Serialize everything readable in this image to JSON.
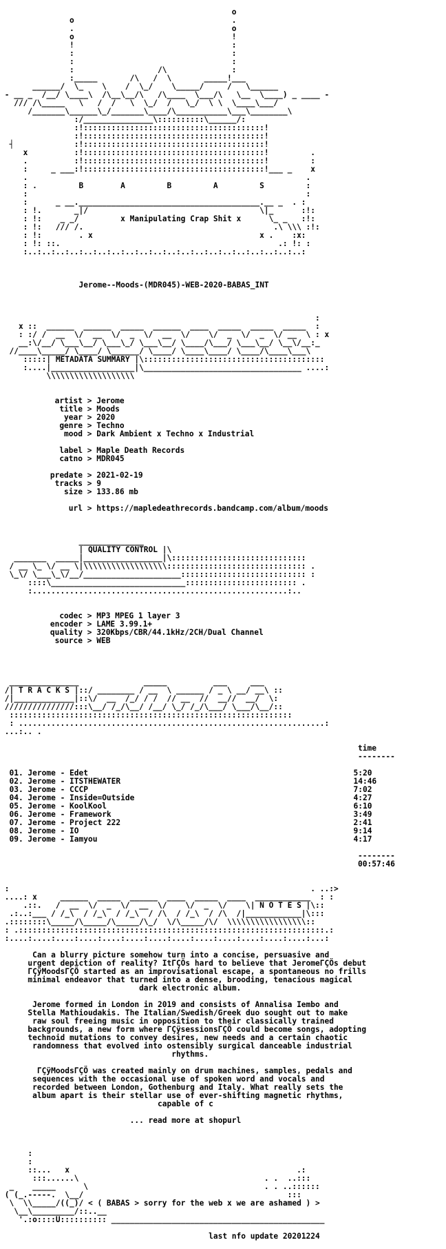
{
  "art": {
    "header_logo": [
      "                                                  o",
      "               o                                  .",
      "               .                                  o",
      "               o                                  !",
      "               !                                  :",
      "               :                                  :",
      "               :                                  :",
      "               :                  /\\              :",
      "               :_____       /\\   /  \\       _____!___",
      "       ______/  \\_    \\    /  \\_/    \\_____/     /   \\______",
      " - __ _  /__/ \\____\\  /\\__\\__/\\   /\\____  \\___/\\   \\__  \\____) _ ____ -",
      "   /// /\\_____   \\   /  /   \\  \\_/  /   \\_/  \\ \\  \\____\\___/",
      "      /_______\\______\\_/_______\\____/\\___________\\___\\________\\",
      "                :/_______________\\::::::::::\\______/:",
      "                :!:::::::::::::::::::::::::::::::::::::::!",
      "                :!:::::::::::::::::::::::::::::::::::::::!",
      "  ┤             :!:::::::::::::::::::::::::::::::::::::::!",
      "     x          :!:::::::::::::::::::::::::::::::::::::::!         .",
      "     .          :!:::::::::::::::::::::::::::::::::::::::!         :",
      "     :     _ ___:!:::::::::::::::::::::::::::::::::::::::!___ _    x",
      "     .                                                            .",
      "     : .         B        A         B         A         S         :",
      "     :                                                            :",
      "     :      _ __._______________________________________.__ _  . :",
      "     : !.       _|/                                     \\|_      :!:",
      "     : !:    _ _/         x Manipulating Crap Shit x      \\_ _   :!:",
      "     : !:   /// /.                                         .\\ \\\\\\ :!:",
      "     : !:        . x                                    x .    :x:",
      "     : !: ::.                                               .: !: :",
      "     :..:..:..:..:..:..:..:..:..:..:..:..:..:..:..:..:..:..:..:..:"
    ],
    "metadata_banner": [
      "                                                                    :",
      "    x ::  ______  ______  _____  ______  ____  _____  _____  _____  :",
      "    : :/ /  __  \\/  __  \\/  _  \\/  __  \\/    \\/  _  \\/  _  \\/ __  \\ : x",
      "    __:\\/__/ \\___\\__/ \\___\\_/ \\___\\__/ \\____/\\___/ \\___\\__/ \\__\\/__:_",
      "  //____\\_____/ \\____/ \\______/ \\____/ \\____\\____/ \\____/\\____\\___\\",
      "     :::::| METADATA SUMMARY |\\:::::::::::::::::::::::::::::::::::::::",
      "     :....|__________________|\\__________________________________ ....:",
      "          \\\\\\\\\\\\\\\\\\\\\\\\\\\\\\\\\\\\\\"
    ],
    "quality_banner": [
      "                 ______________",
      "                 | QUALITY CONTROL |\\",
      "   _______  _____|_________________|\\:::::::::::::::::::::::::::::",
      "  / __ \\_ \\/ __ \\|\\\\\\\\\\\\\\\\\\\\\\\\\\\\\\\\\\\\:::::::::::::::::::::::::::::: .",
      "  \\_\\/ \\___\\_\\/__/_____________________::::::::::::::::::::::::::: :",
      "      ::::\\_____________________________:::::::::::::::::::::::: .",
      "      :.......................................................:.."
    ],
    "tracks_banner": [
      "  _______________              _____          ___     ___",
      " /| T R A C K S |::/ ________ / __  \\ ______ / _ \\ __/ __\\ ::",
      " /|_____________|::\\/  __  /_/ / /  // __  //  __//  __/  \\:",
      " ///////////////:::\\__/ /_/\\__/ /__/ \\_/ /_/\\___/ \\___/\\__/::",
      "  :::::::::::::::::::::::::::::::::::::::::::::::::::::::::::::",
      "  : ..................................................................:",
      " ...:.. ."
    ],
    "notes_banner": [
      " :                                                                 . ..:>",
      " ....: x     ______  _____  ______  ____  _____  ____  ____________  : :",
      "     .::.   /  __  \\/  _  \\/  __  \\/    \\/  _  \\/    \\| N O T E S |\\::",
      "  .:..:___ / /_\\  / /_\\  / /_\\  / /\\  / /_\\  / /\\  /|____________|\\:::",
      " .::::::::\\_____/\\_____/\\_____/\\_/  \\/\\_____/\\/  \\\\\\\\\\\\\\\\\\\\\\\\\\\\\\\\\\::",
      " : .::::::::::::::::::::::::::::::::::::::::::::::::::::::::::::::::::.:",
      " :....:....:....:....:....:....:....:....:....:....:....:....:....:...:"
    ],
    "footer_art": [
      "      :",
      "      :",
      "      ::...   x                                                 .:",
      "       :::......\\                                        . .  ..:::",
      "  _    _____      \\                                      . . ..::::::",
      " ( (_.-----.  \\__/                                            :::",
      "  \\  \\\\_____/((_)/ < ( BABAS > sorry for the web x we are ashamed ) >",
      "   \\__\\_________/::..__",
      "    '.:o::::U:::::::::: ______________________________________________"
    ]
  },
  "release_title": "Jerome--Moods-(MDR045)-WEB-2020-BABAS_INT",
  "metadata": [
    {
      "label": "artist",
      "value": "Jerome"
    },
    {
      "label": "title",
      "value": "Moods"
    },
    {
      "label": "year",
      "value": "2020"
    },
    {
      "label": "genre",
      "value": "Techno"
    },
    {
      "label": "mood",
      "value": "Dark Ambient x Techno x Industrial"
    },
    {
      "label": "",
      "value": ""
    },
    {
      "label": "label",
      "value": "Maple Death Records"
    },
    {
      "label": "catno",
      "value": "MDR045"
    },
    {
      "label": "",
      "value": ""
    },
    {
      "label": "predate",
      "value": "2021-02-19"
    },
    {
      "label": "tracks",
      "value": "9"
    },
    {
      "label": "size",
      "value": "133.86 mb"
    },
    {
      "label": "",
      "value": ""
    },
    {
      "label": "url",
      "value": "https://mapledeathrecords.bandcamp.com/album/moods"
    }
  ],
  "quality": [
    {
      "label": "codec",
      "value": "MP3 MPEG 1 layer 3"
    },
    {
      "label": "encoder",
      "value": "LAME 3.99.1+"
    },
    {
      "label": "quality",
      "value": "320Kbps/CBR/44.1kHz/2CH/Dual Channel"
    },
    {
      "label": "source",
      "value": "WEB"
    }
  ],
  "tracks": {
    "time_header": "time",
    "time_rule": "--------",
    "items": [
      {
        "title": "01. Jerome - Edet",
        "time": "5:20"
      },
      {
        "title": "02. Jerome - ITSTHEWATER",
        "time": "14:46"
      },
      {
        "title": "03. Jerome - CCCP",
        "time": "7:02"
      },
      {
        "title": "04. Jerome - Inside=Outside",
        "time": "4:27"
      },
      {
        "title": "05. Jerome - KoolKool",
        "time": "6:10"
      },
      {
        "title": "06. Jerome - Framework",
        "time": "3:49"
      },
      {
        "title": "07. Jerome - Project 222",
        "time": "2:41"
      },
      {
        "title": "08. Jerome - IO",
        "time": "9:14"
      },
      {
        "title": "09. Jerome - Iamyou",
        "time": "4:17"
      }
    ],
    "total_rule": "--------",
    "total": "00:57:46"
  },
  "notes": [
    "       Can a blurry picture somehow turn into a concise, persuasive and",
    "      urgent depiction of reality? ItΓÇÖs hard to believe that JeromeΓÇÖs debut",
    "      ΓÇÿMoodsΓÇÖ started as an improvisational escape, a spontaneous no frills",
    "      minimal endeavor that turned into a dense, brooding, tenacious magical",
    "                              dark electronic album.",
    "",
    "       Jerome formed in London in 2019 and consists of Annalisa Iembo and",
    "      Stella Mathioudakis. The Italian/Swedish/Greek duo sought out to make",
    "       raw soul freeing music in opposition to their classically trained",
    "      backgrounds, a new form where ΓÇÿsessionsΓÇÖ could become songs, adopting",
    "      technoid mutations to convey desires, new needs and a certain chaotic",
    "       randomness that evolved into ostensibly surgical danceable industrial",
    "                                     rhythms.",
    "",
    "        ΓÇÿMoodsΓÇÖ was created mainly on drum machines, samples, pedals and",
    "       sequences with the occasional use of spoken word and vocals and",
    "       recorded between London, Gothenburg and Italy. What really sets the",
    "       album apart is their stellar use of ever-shifting magnetic rhythms,",
    "                                  capable of c",
    "",
    "                            ... read more at shopurl"
  ],
  "last_update": "last nfo update 20201224"
}
